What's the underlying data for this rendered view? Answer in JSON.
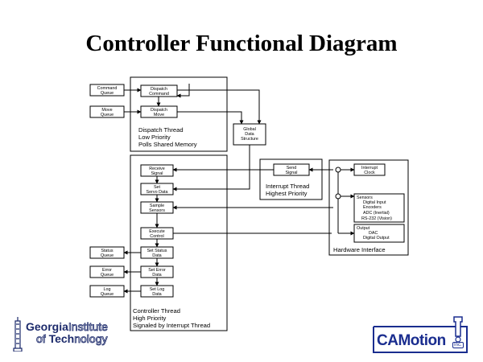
{
  "title": "Controller Functional Diagram",
  "queues": {
    "command": [
      "Command",
      "Queue"
    ],
    "move": [
      "Move",
      "Queue"
    ],
    "status": [
      "Status",
      "Queue"
    ],
    "error": [
      "Error",
      "Queue"
    ],
    "log": [
      "Log",
      "Queue"
    ]
  },
  "dispatch": {
    "command": [
      "Dispatch",
      "Command"
    ],
    "move": [
      "Dispatch",
      "Move"
    ],
    "thread_label": [
      "Dispatch Thread",
      "Low Priority",
      "Polls Shared Memory"
    ]
  },
  "global_data": [
    "Global",
    "Data",
    "Structure"
  ],
  "controller": {
    "receive_signal": [
      "Receive",
      "Signal"
    ],
    "set_servo_data": [
      "Set",
      "Servo Data"
    ],
    "sample_sensors": [
      "Sample",
      "Sensors"
    ],
    "execute_control": [
      "Execute",
      "Control"
    ],
    "set_status_data": [
      "Set Status",
      "Data"
    ],
    "set_error_data": [
      "Set Error",
      "Data"
    ],
    "set_log_data": [
      "Set Log",
      "Data"
    ],
    "thread_label": [
      "Controller Thread",
      "High Priority",
      "Signaled by Interrupt Thread"
    ]
  },
  "interrupt": {
    "send_signal": [
      "Send",
      "Signal"
    ],
    "thread_label": [
      "Interrupt Thread",
      "Highest Priority"
    ]
  },
  "hardware": {
    "interrupt_clock": [
      "Interrupt",
      "Clock"
    ],
    "sensors": [
      "Sensors",
      "Digital Input",
      "Encoders",
      "ADC (Inertial)",
      "RS-232 (Vision)"
    ],
    "output": [
      "Output",
      "DAC",
      "Digital Output"
    ],
    "label": "Hardware Interface"
  },
  "logos": {
    "gt_line1_a": "Georgia",
    "gt_line1_b": "Institute",
    "gt_line2_a": "of ",
    "gt_line2_b": "Tech",
    "gt_line2_c": "nology",
    "camotion": "CAMotion",
    "camotion_inc": "Inc."
  },
  "colors": {
    "gt_blue": "#1c2a6b",
    "camotion_blue": "#1a2d8f"
  }
}
